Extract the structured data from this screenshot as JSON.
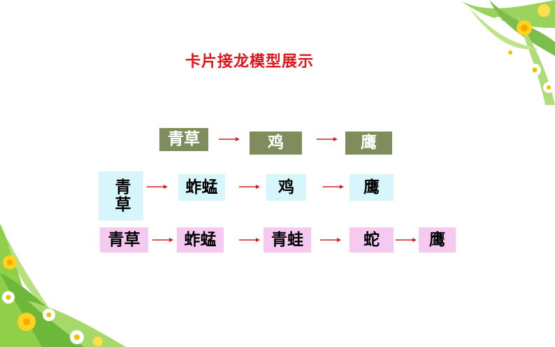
{
  "slide": {
    "title": "卡片接龙模型展示"
  },
  "rows": [
    {
      "style": "green",
      "cards": [
        "青草",
        "鸡",
        "鹰"
      ]
    },
    {
      "style": "cyan",
      "cards": [
        "青草",
        "蚱蜢",
        "鸡",
        "鹰"
      ]
    },
    {
      "style": "pink",
      "cards": [
        "青草",
        "蚱蜢",
        "青蛙",
        "蛇",
        "鹰"
      ]
    }
  ],
  "colors": {
    "title": "#e0141b",
    "arrow": "#d42020",
    "card_green": "#7f8c5c",
    "card_cyan": "#d6f6fb",
    "card_pink": "#f6c9f1"
  },
  "icons": {
    "top_right": "daisy-flowers-icon",
    "bottom_left": "daisy-flowers-icon"
  }
}
